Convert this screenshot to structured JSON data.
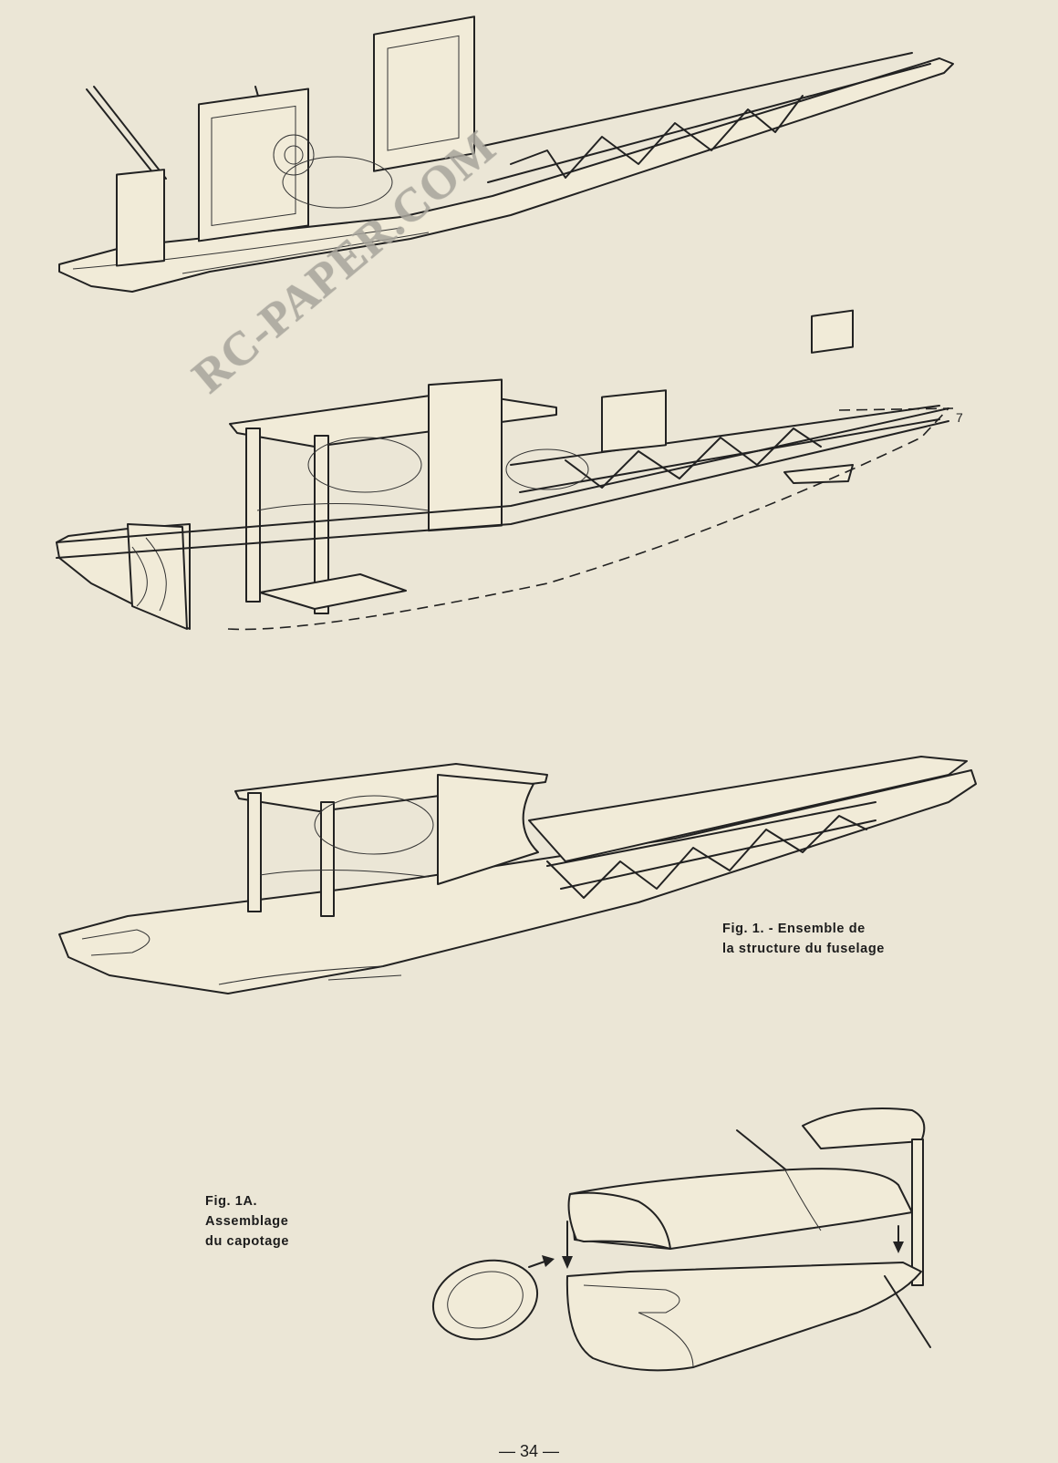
{
  "watermark": {
    "text": "RC-PAPER.COM"
  },
  "figures": [
    {
      "id": "fig-1",
      "caption_lines": [
        "Fig. 1. - Ensemble de",
        "la structure du fuselage"
      ]
    },
    {
      "id": "fig-1a",
      "caption_lines": [
        "Fig. 1A.",
        "Assemblage",
        "du capotage"
      ]
    }
  ],
  "page_number": "— 34 —",
  "colors": {
    "paper": "#ebe6d6",
    "ink": "#222222",
    "wood": "#f1ebd8",
    "watermark": "#a8a59c"
  }
}
